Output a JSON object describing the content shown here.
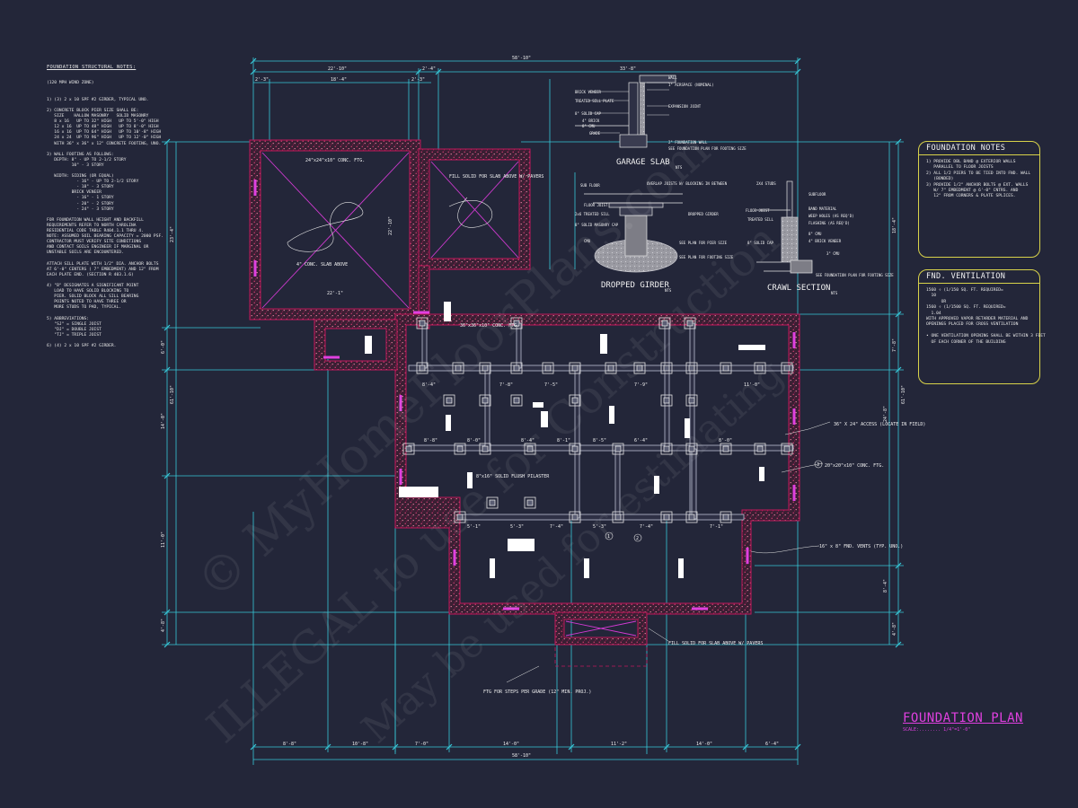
{
  "sheet": {
    "title": "FOUNDATION PLAN",
    "scale": "SCALE:........ 1/4\"=1'-0\"",
    "watermark_1": "© MyHomeFloorPlans.com",
    "watermark_2": "ILLEGAL to use for Construction",
    "watermark_3": "May be used for estimating"
  },
  "structural_notes": {
    "heading": "FOUNDATION STRUCTURAL NOTES:",
    "subheading": "(120 MPH WIND ZONE)",
    "body": "1) (3) 2 x 10 SPF #2 GIRDER, TYPICAL UNO.\n\n2) CONCRETE BLOCK PIER SIZE SHALL BE:\n   SIZE    HALLOW MASONRY   SOLID MASONRY\n   8 x 16   UP TO 32\" HIGH   UP TO 5'-0\" HIGH\n   12 x 16  UP TO 48\" HIGH   UP TO 8'-0\" HIGH\n   16 x 16  UP TO 64\" HIGH   UP TO 10'-8\" HIGH\n   24 x 24  UP TO 96\" HIGH   UP TO 12'-0\" HIGH\n   WITH 36\" x 36\" x 12\" CONCRETE FOOTING, UNO.\n\n3) WALL FOOTING AS FOLLOWS:\n   DEPTH: 8\" - UP TO 2-1/2 STORY\n          10\" - 3 STORY\n\n   WIDTH: SIDING (OR EQUAL)\n            - 16\" - UP TO 2-1/2 STORY\n            - 18\" - 3 STORY\n          BRICK VENEER\n            - 16\" - 1 STORY\n            - 20\" - 2 STORY\n            - 24\" - 3 STORY\n\nFOR FOUNDATION WALL HEIGHT AND BACKFILL\nREQUIREMENTS REFER TO NORTH CAROLINA\nRESIDENTIAL CODE TABLE R404.1.1 THRU 4.\nNOTE: ASSUMED SOIL BEARING CAPACITY = 2000 PSF.\nCONTRACTOR MUST VERIFY SITE CONDITIONS\nAND CONTACT SOILS ENGINEER IF MARGINAL OR\nUNSTABLE SOILS ARE ENCOUNTERED.\n\nATTACH SILL PLATE WITH 1/2\" DIA. ANCHOR BOLTS\nAT 6'-0\" CENTERS ( 7\" EMBEDMENT) AND 12\" FROM\nEACH PLATE END. (SECTION R 403.1.6)\n\n4) \"B\" DESIGNATES A SIGNIFICANT POINT\n   LOAD TO HAVE SOLID BLOCKING TO\n   PIER. SOLID BLOCK ALL SILL BEARING\n   POINTS NOTED TO HAVE THREE OR\n   MORE STUDS TO PAD, TYPICAL.\n\n5) ABBREVIATIONS:\n   \"SJ\" = SINGLE JOIST\n   \"DJ\" = DOUBLE JOIST\n   \"TJ\" = TRIPLE JOIST\n\n6) (4) 2 x 10 SPF #2 GIRDER."
  },
  "foundation_notes": {
    "heading": "FOUNDATION NOTES",
    "body": "1) PROVIDE DBL BAND @ EXTERIOR WALLS\n   PARALLEL TO FLOOR JOISTS\n2) ALL 1/2 PIERS TO BE TIED INTO FND. WALL\n   (BONDED)\n3) PROVIDE 1/2\" ANCHOR BOLTS @ EXT. WALLS\n   W/ 7\" EMBEDMENT @ 6'-0\" CNTRS. AND\n   12\" FROM CORNERS & PLATE SPLICES."
  },
  "ventilation": {
    "heading": "FND. VENTILATION",
    "body": "1560 ÷ (1/150 SQ. FT. REQUIRED=\n  10\n      OR\n1560 ÷ (1/1500 SQ. FT. REQUIRED=\n  1.04\nWITH APPROVED VAPOR RETARDER MATERIAL AND\nOPENINGS PLACED FOR CROSS VENTILATION\n\n• ONE VENTILATION OPENING SHALL BE WITHIN 3 FEET\n  OF EACH CORNER OF THE BUILDING"
  },
  "details": {
    "garage_slab": "GARAGE SLAB",
    "dropped_girder": "DROPPED GIRDER",
    "crawl_section": "CRAWL SECTION",
    "nts": "NTS",
    "garage_labels": [
      "WALL",
      "1\" AIRSPACE (NOMINAL)",
      "BRICK VENEER",
      "TREATED SILL PLATE",
      "8\" SOLID CAP",
      "4\" BRICK",
      "8\" CMU",
      "GRADE",
      "EXPANSION JOINT",
      "2\" FOUNDATION WALL",
      "SEE FOUNDATION PLAN FOR FOOTING SIZE"
    ],
    "girder_labels": [
      "SUB FLOOR",
      "FLOOR JOIST",
      "2x6 TREATED SILL",
      "8\" SOLID MASONRY CAP",
      "CMU",
      "OVERLAP JOISTS W/ BLOCKING IN BETWEEN",
      "DROPPED GIRDER",
      "SEE PLAN FOR PIER SIZE",
      "SEE PLAN FOR FOOTING SIZE"
    ],
    "crawl_labels": [
      "2X4 STUDS",
      "SUBFLOOR",
      "FLOOR JOIST",
      "BAND MATERIAL",
      "WEEP HOLES (AS REQ'D)",
      "FLASHING (AS REQ'D)",
      "TREATED SILL",
      "8\" CMU",
      "4\" BRICK VENEER",
      "8\" SOLID CAP",
      "3\" CMU",
      "SEE FOUNDATION PLAN FOR FOOTING SIZE"
    ]
  },
  "plan_labels": {
    "slab_left": "4\" CONC. SLAB ABOVE",
    "ftg_top": "24\"x24\"x10\" CONC. FTG.",
    "fill_slab": "FILL SOLID FOR SLAB ABOVE W/ PAVERS",
    "ftg_mid": "36\"x36\"x10\" CONC. FTG.",
    "access": "36\" X 24\" ACCESS (LOCATE IN FIELD)",
    "ftg_right": "20\"x20\"x10\" CONC. FTG.",
    "pilaster": "8\"x16\" SOLID FLUSH PILASTER",
    "vents": "16\" x 8\" FND. VENTS (TYP. UNO.)",
    "fill_slab_bottom": "FILL SOLID FOR SLAB ABOVE W/ PAVERS",
    "steps": "FTG FOR STEPS PER GRADE (12\" MIN. PROJ.)",
    "dim_11": "22'-1\"",
    "dim_vert": "22'-10\"",
    "callout_1": "1",
    "callout_2": "2",
    "callout_3": "3"
  },
  "dims": {
    "top_total": "58'-10\"",
    "top_a": "22'-10\"",
    "top_b": "2'-4\"",
    "top_c": "33'-8\"",
    "top_d1": "2'-3\"",
    "top_d2": "18'-4\"",
    "top_d3": "2'-3\"",
    "bot_total": "58'-10\"",
    "bot": [
      "8'-8\"",
      "10'-8\"",
      "7'-0\"",
      "14'-0\"",
      "11'-2\"",
      "14'-0\"",
      "6'-4\""
    ],
    "left": [
      "6'-0\"",
      "14'-0\"",
      "11'-0\"",
      "4'-8\""
    ],
    "left_total": "61'-10\"",
    "left_top": "23'-4\"",
    "right": [
      "18'-4\"",
      "7'-8\"",
      "24'-8\"",
      "8'-4\"",
      "4'-8\""
    ],
    "right_total": "61'-10\"",
    "interior": [
      "8'-4\"",
      "7'-8\"",
      "7'-5\"",
      "7'-9\"",
      "11'-0\"",
      "8'-8\"",
      "8'-0\"",
      "8'-4\"",
      "8'-1\"",
      "8'-5\"",
      "6'-4\"",
      "8'-0\"",
      "5'-1\"",
      "5'-3\"",
      "7'-4\"",
      "5'-3\"",
      "7'-4\"",
      "7'-1\""
    ]
  },
  "colors": {
    "background": "#232639",
    "dimension": "#37c8d8",
    "wall": "#c2185b",
    "magenta": "#d23ad2",
    "notes_border": "#d8d24a"
  }
}
